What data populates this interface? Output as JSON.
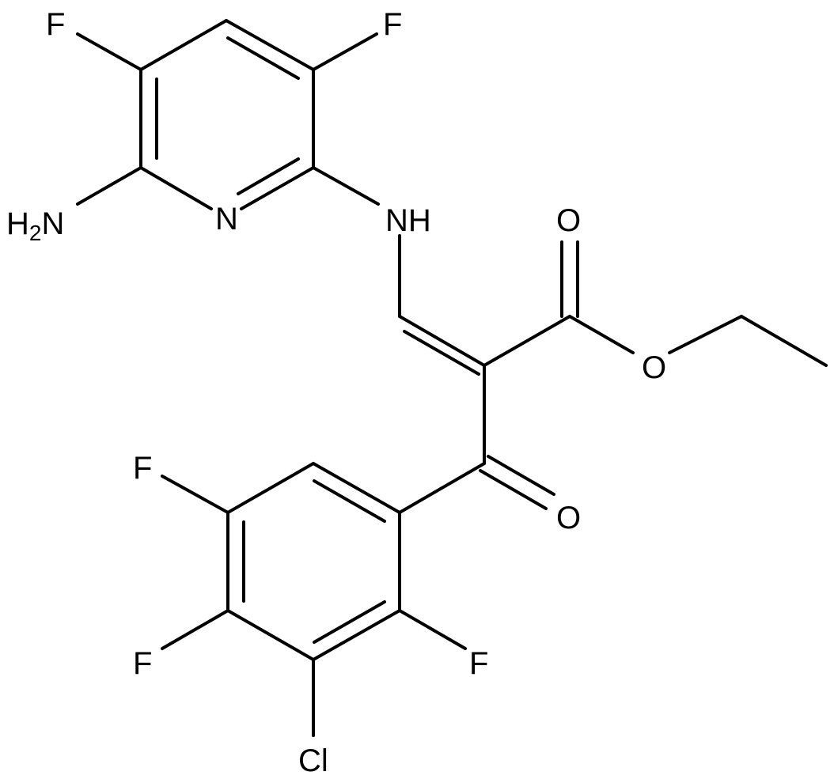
{
  "molecule": {
    "atoms": {
      "f_pyr_left": "F",
      "f_pyr_right": "F",
      "nh2_h": "H",
      "nh2_sub": "2",
      "nh2_n": "N",
      "pyr_n": "N",
      "nh": "NH",
      "o_ester_carbonyl": "O",
      "o_ester": "O",
      "o_ketone": "O",
      "f_aryl_top": "F",
      "f_aryl_left": "F",
      "f_aryl_right": "F",
      "cl": "Cl"
    }
  }
}
